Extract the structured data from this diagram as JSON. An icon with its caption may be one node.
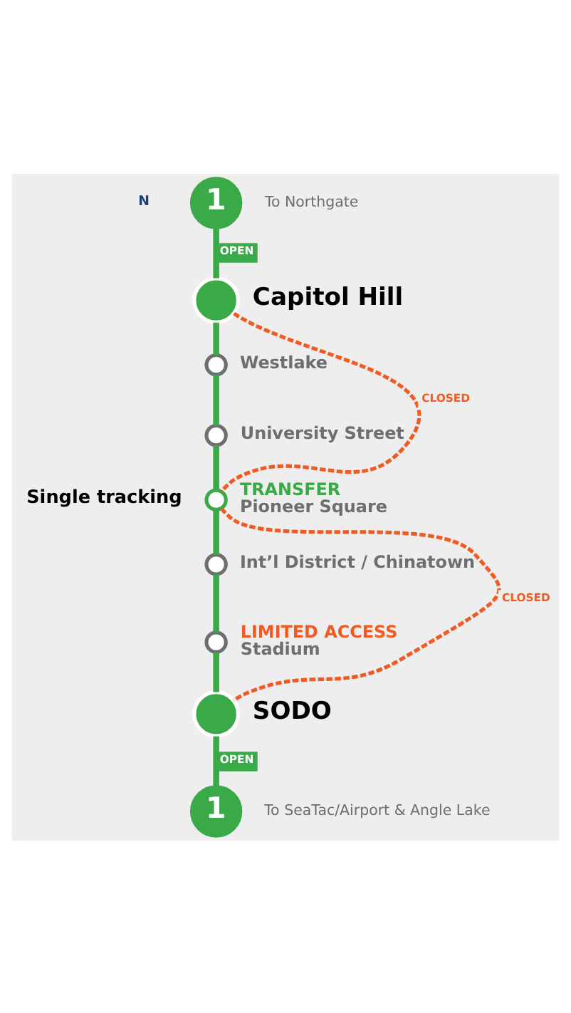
{
  "diagram": {
    "nodes": [
      {
        "text": [
          "1"
        ]
      },
      {
        "text": [],
        "shape": "circle",
        "beside": [
          "Capitol Hill"
        ]
      },
      {
        "text": [],
        "shape": "circle",
        "beside": [
          "Westlake"
        ]
      },
      {
        "text": [],
        "shape": "circle",
        "beside": [
          "University Street"
        ]
      },
      {
        "text": [],
        "shape": "circle",
        "beside": [
          "TRANSFER",
          "Pioneer Square"
        ]
      },
      {
        "text": [],
        "shape": "circle",
        "beside": [
          "Int’l District / Chinatown"
        ]
      },
      {
        "text": [],
        "shape": "circle",
        "beside": [
          "LIMITED ACCESS",
          "Stadium"
        ]
      },
      {
        "text": [],
        "shape": "circle",
        "beside": [
          "SODO"
        ]
      },
      {
        "text": [
          "1"
        ]
      }
    ],
    "edges": [
      {
        "from": 0,
        "to": 1,
        "arrow": "none",
        "label": "OPEN"
      },
      {
        "from": 1,
        "to": 2,
        "arrow": "none"
      },
      {
        "from": 2,
        "to": 3,
        "arrow": "none"
      },
      {
        "from": 3,
        "to": 4,
        "arrow": "none"
      },
      {
        "from": 4,
        "to": 5,
        "arrow": "none"
      },
      {
        "from": 5,
        "to": 6,
        "arrow": "none"
      },
      {
        "from": 6,
        "to": 7,
        "arrow": "none"
      },
      {
        "from": 7,
        "to": 8,
        "arrow": "none",
        "label": "OPEN"
      },
      {
        "from": 1,
        "to": 4,
        "arrow": "none",
        "label": "CLOSED",
        "style": "dashed",
        "color": "#f15a22"
      },
      {
        "from": 4,
        "to": 7,
        "arrow": "none",
        "label": "CLOSED",
        "style": "dashed",
        "color": "#f15a22"
      }
    ],
    "labels": [
      "N",
      "To Northgate",
      "Single tracking",
      "To SeaTac/Airport & Angle Lake"
    ]
  }
}
